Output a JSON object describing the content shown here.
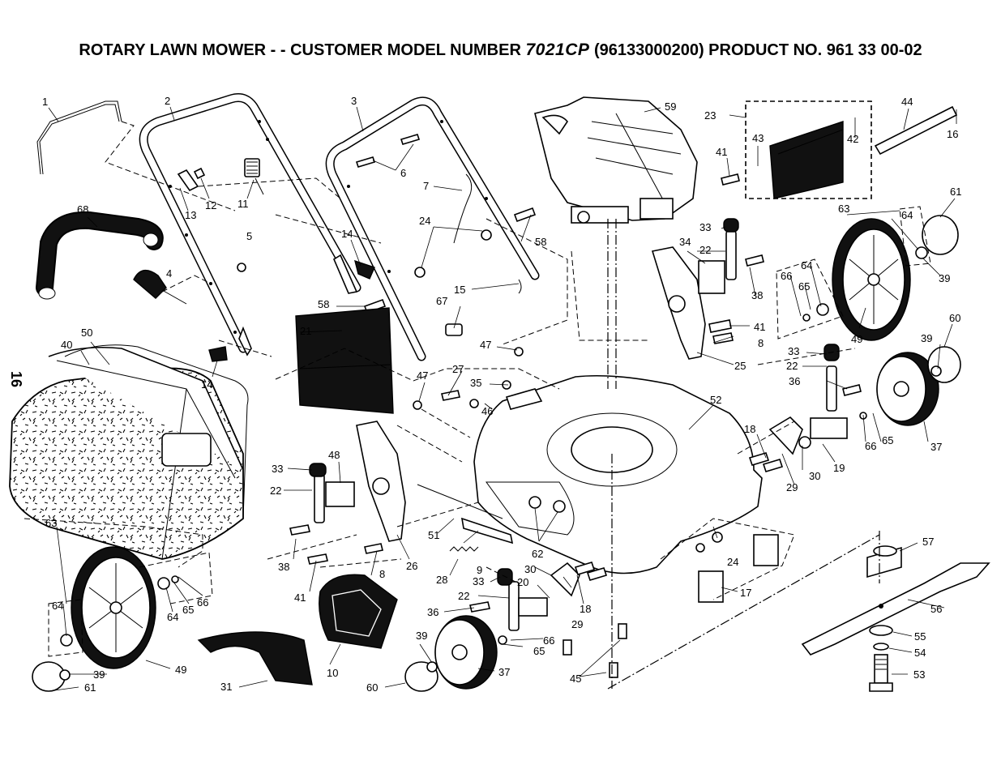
{
  "header": {
    "title_prefix": "ROTARY LAWN MOWER - - CUSTOMER MODEL NUMBER",
    "model_number": "7021CP",
    "title_suffix": "(96133000200) PRODUCT NO. 961 33 00-02"
  },
  "page_number": "16",
  "callouts": [
    {
      "id": "c1",
      "text": "1"
    },
    {
      "id": "c2",
      "text": "2"
    },
    {
      "id": "c3",
      "text": "3"
    },
    {
      "id": "c4",
      "text": "4"
    },
    {
      "id": "c5",
      "text": "5"
    },
    {
      "id": "c6",
      "text": "6"
    },
    {
      "id": "c7",
      "text": "7"
    },
    {
      "id": "c8a",
      "text": "8"
    },
    {
      "id": "c8b",
      "text": "8"
    },
    {
      "id": "c9",
      "text": "9"
    },
    {
      "id": "c10",
      "text": "10"
    },
    {
      "id": "c11",
      "text": "11"
    },
    {
      "id": "c12",
      "text": "12"
    },
    {
      "id": "c13",
      "text": "13"
    },
    {
      "id": "c14a",
      "text": "14"
    },
    {
      "id": "c14b",
      "text": "14"
    },
    {
      "id": "c15",
      "text": "15"
    },
    {
      "id": "c16",
      "text": "16"
    },
    {
      "id": "c17",
      "text": "17"
    },
    {
      "id": "c18a",
      "text": "18"
    },
    {
      "id": "c18b",
      "text": "18"
    },
    {
      "id": "c19",
      "text": "19"
    },
    {
      "id": "c20",
      "text": "20"
    },
    {
      "id": "c21",
      "text": "21"
    },
    {
      "id": "c22a",
      "text": "22"
    },
    {
      "id": "c22b",
      "text": "22"
    },
    {
      "id": "c22c",
      "text": "22"
    },
    {
      "id": "c22d",
      "text": "22"
    },
    {
      "id": "c23",
      "text": "23"
    },
    {
      "id": "c24a",
      "text": "24"
    },
    {
      "id": "c24b",
      "text": "24"
    },
    {
      "id": "c25",
      "text": "25"
    },
    {
      "id": "c26",
      "text": "26"
    },
    {
      "id": "c27",
      "text": "27"
    },
    {
      "id": "c28",
      "text": "28"
    },
    {
      "id": "c29a",
      "text": "29"
    },
    {
      "id": "c29b",
      "text": "29"
    },
    {
      "id": "c30a",
      "text": "30"
    },
    {
      "id": "c30b",
      "text": "30"
    },
    {
      "id": "c31",
      "text": "31"
    },
    {
      "id": "c33a",
      "text": "33"
    },
    {
      "id": "c33b",
      "text": "33"
    },
    {
      "id": "c33c",
      "text": "33"
    },
    {
      "id": "c33d",
      "text": "33"
    },
    {
      "id": "c34",
      "text": "34"
    },
    {
      "id": "c35",
      "text": "35"
    },
    {
      "id": "c36a",
      "text": "36"
    },
    {
      "id": "c36b",
      "text": "36"
    },
    {
      "id": "c37a",
      "text": "37"
    },
    {
      "id": "c37b",
      "text": "37"
    },
    {
      "id": "c38a",
      "text": "38"
    },
    {
      "id": "c38b",
      "text": "38"
    },
    {
      "id": "c39a",
      "text": "39"
    },
    {
      "id": "c39b",
      "text": "39"
    },
    {
      "id": "c39c",
      "text": "39"
    },
    {
      "id": "c39d",
      "text": "39"
    },
    {
      "id": "c40",
      "text": "40"
    },
    {
      "id": "c41a",
      "text": "41"
    },
    {
      "id": "c41b",
      "text": "41"
    },
    {
      "id": "c41c",
      "text": "41"
    },
    {
      "id": "c42",
      "text": "42"
    },
    {
      "id": "c43",
      "text": "43"
    },
    {
      "id": "c44",
      "text": "44"
    },
    {
      "id": "c45",
      "text": "45"
    },
    {
      "id": "c46",
      "text": "46"
    },
    {
      "id": "c47a",
      "text": "47"
    },
    {
      "id": "c47b",
      "text": "47"
    },
    {
      "id": "c48",
      "text": "48"
    },
    {
      "id": "c49a",
      "text": "49"
    },
    {
      "id": "c49b",
      "text": "49"
    },
    {
      "id": "c50",
      "text": "50"
    },
    {
      "id": "c51",
      "text": "51"
    },
    {
      "id": "c52",
      "text": "52"
    },
    {
      "id": "c53",
      "text": "53"
    },
    {
      "id": "c54",
      "text": "54"
    },
    {
      "id": "c55",
      "text": "55"
    },
    {
      "id": "c56",
      "text": "56"
    },
    {
      "id": "c57",
      "text": "57"
    },
    {
      "id": "c58a",
      "text": "58"
    },
    {
      "id": "c58b",
      "text": "58"
    },
    {
      "id": "c59",
      "text": "59"
    },
    {
      "id": "c60a",
      "text": "60"
    },
    {
      "id": "c60b",
      "text": "60"
    },
    {
      "id": "c61a",
      "text": "61"
    },
    {
      "id": "c61b",
      "text": "61"
    },
    {
      "id": "c62",
      "text": "62"
    },
    {
      "id": "c63a",
      "text": "63"
    },
    {
      "id": "c63b",
      "text": "63"
    },
    {
      "id": "c64a",
      "text": "64"
    },
    {
      "id": "c64b",
      "text": "64"
    },
    {
      "id": "c64c",
      "text": "64"
    },
    {
      "id": "c64d",
      "text": "64"
    },
    {
      "id": "c65a",
      "text": "65"
    },
    {
      "id": "c65b",
      "text": "65"
    },
    {
      "id": "c65c",
      "text": "65"
    },
    {
      "id": "c65d",
      "text": "65"
    },
    {
      "id": "c66a",
      "text": "66"
    },
    {
      "id": "c66b",
      "text": "66"
    },
    {
      "id": "c66c",
      "text": "66"
    },
    {
      "id": "c66d",
      "text": "66"
    },
    {
      "id": "c67",
      "text": "67"
    },
    {
      "id": "c68",
      "text": "68"
    }
  ]
}
